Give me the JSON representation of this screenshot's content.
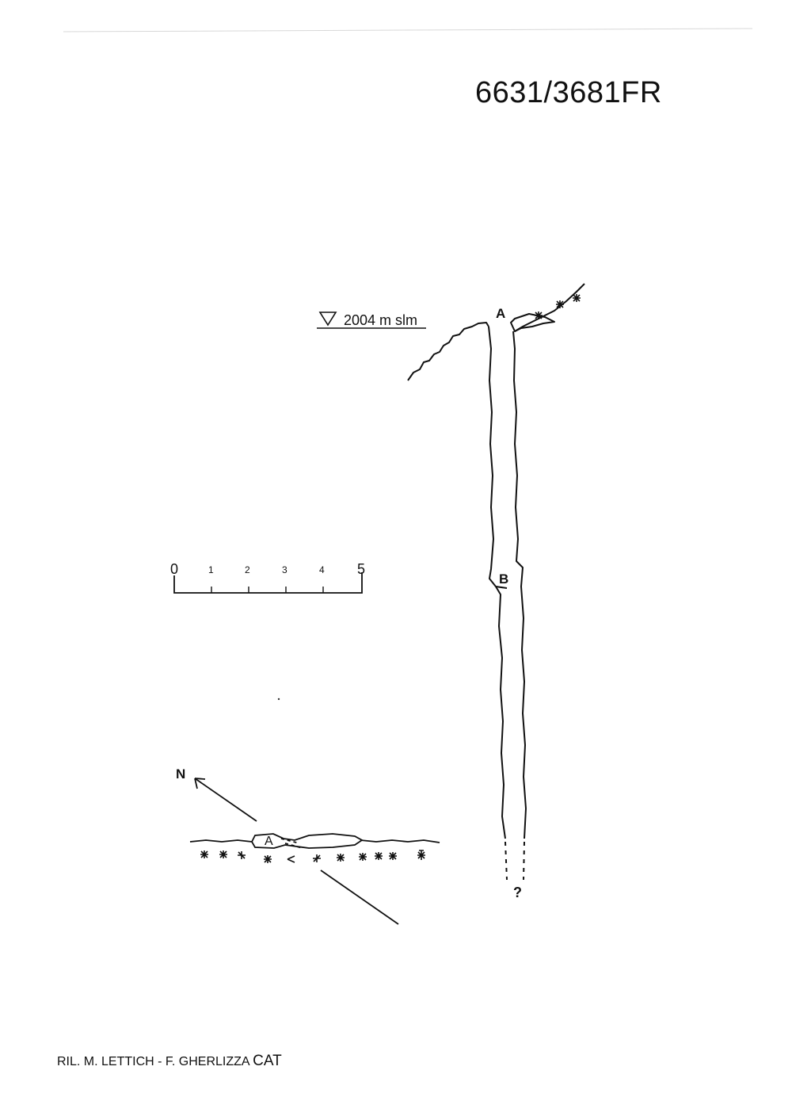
{
  "header": {
    "cave_code": "6631/3681FR"
  },
  "section": {
    "elevation_label": "2004 m slm",
    "point_a": "A",
    "point_b": "B",
    "unknown_continuation": "?"
  },
  "scale_bar": {
    "ticks": [
      "0",
      "1",
      "2",
      "3",
      "4",
      "5"
    ]
  },
  "plan": {
    "north_label": "N",
    "point_a": "A"
  },
  "footer": {
    "credits": "RIL. M. LETTICH - F. GHERLIZZA",
    "org": "CAT"
  }
}
